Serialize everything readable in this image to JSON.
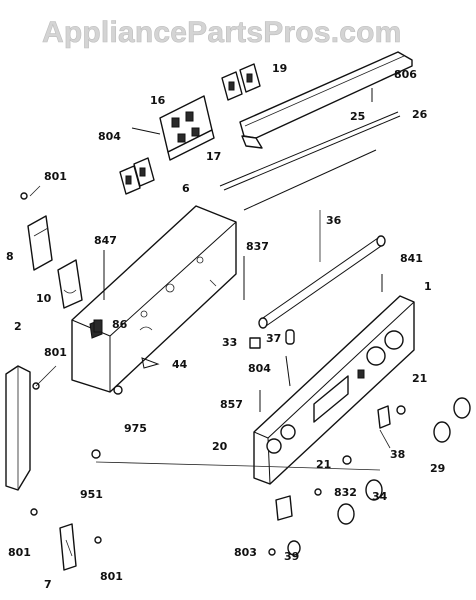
{
  "watermark": "AppliancePartsPros.com",
  "labels": {
    "p1": "1",
    "p2": "2",
    "p6": "6",
    "p7": "7",
    "p8": "8",
    "p10": "10",
    "p16": "16",
    "p17": "17",
    "p19": "19",
    "p20": "20",
    "p21a": "21",
    "p21b": "21",
    "p25": "25",
    "p26": "26",
    "p29": "29",
    "p33": "33",
    "p34": "34",
    "p36": "36",
    "p37": "37",
    "p38": "38",
    "p39": "39",
    "p44": "44",
    "p86": "86",
    "p801a": "801",
    "p801b": "801",
    "p801c": "801",
    "p801d": "801",
    "p803": "803",
    "p804a": "804",
    "p804b": "804",
    "p806": "806",
    "p832": "832",
    "p837": "837",
    "p841": "841",
    "p847": "847",
    "p857": "857",
    "p951": "951",
    "p975": "975"
  }
}
